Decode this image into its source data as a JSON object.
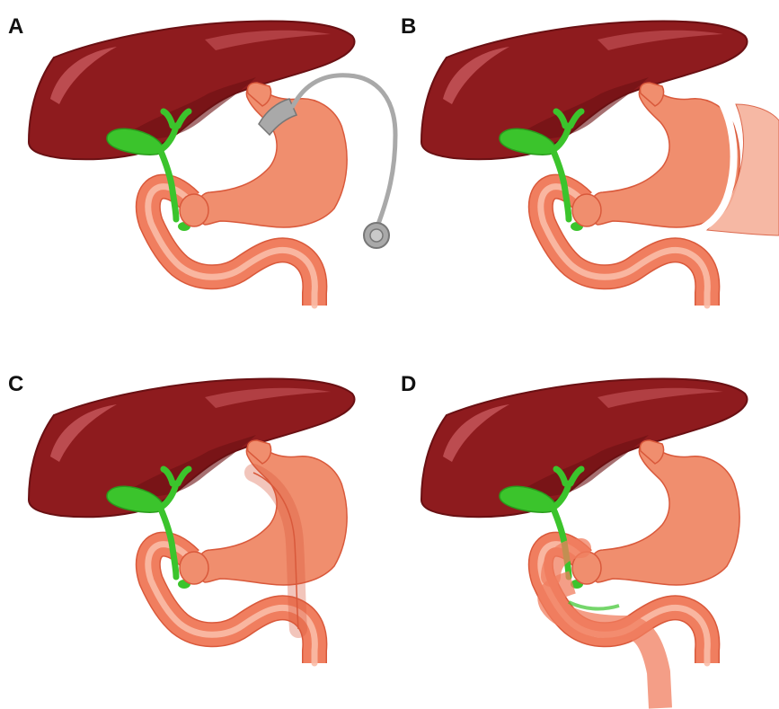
{
  "panels": [
    {
      "id": "A",
      "label": "A",
      "variant": "gastric-band"
    },
    {
      "id": "B",
      "label": "B",
      "variant": "sleeve-gastrectomy"
    },
    {
      "id": "C",
      "label": "C",
      "variant": "duodenal-jejunal-sleeve"
    },
    {
      "id": "D",
      "label": "D",
      "variant": "roux-en-y-bypass"
    }
  ],
  "colors": {
    "liver": "#8e1b1e",
    "liver_dark": "#6a1013",
    "liver_highlight": "#c8595c",
    "stomach": "#f08e6e",
    "stomach_outline": "#d9593b",
    "stomach_light": "#f6b19b",
    "intestine": "#f07e5f",
    "intestine_outline": "#d9593b",
    "intestine_highlight": "#f9bca7",
    "gallbladder": "#3bc42c",
    "gallbladder_dark": "#2a9a1c",
    "band": "#a9a9a9",
    "band_dark": "#777777"
  }
}
